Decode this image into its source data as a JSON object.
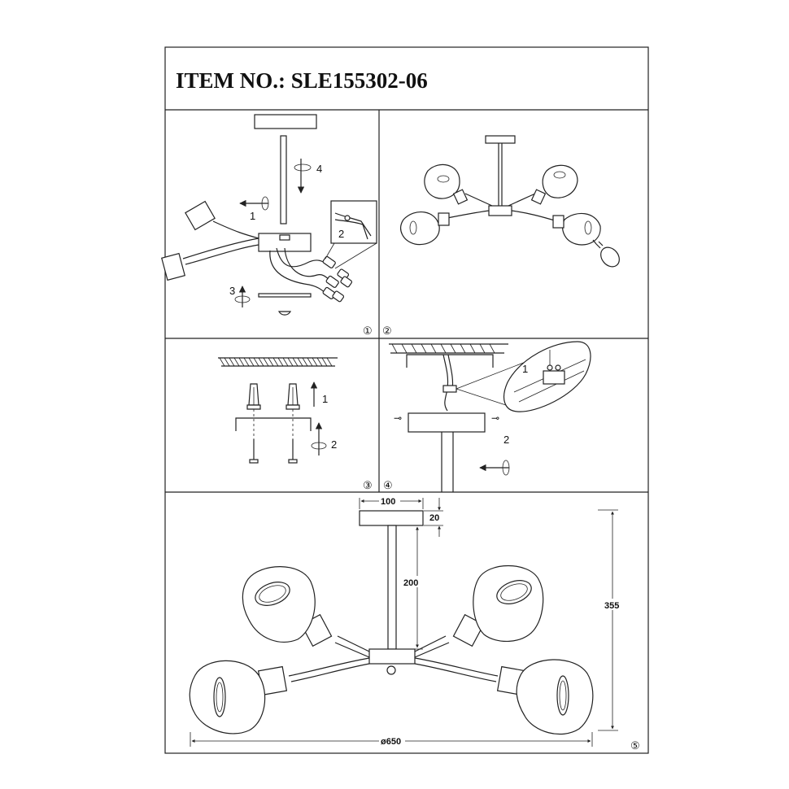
{
  "header": {
    "title": "ITEM NO.: SLE155302-06"
  },
  "panels": {
    "p1": {
      "step1": "1",
      "step2": "2",
      "step3": "3",
      "step4": "4"
    },
    "p12_marks": {
      "m1": "①",
      "m2": "②"
    },
    "p3": {
      "step1": "1",
      "step2": "2"
    },
    "p4": {
      "step1": "1",
      "step2": "2"
    },
    "p34_marks": {
      "m3": "③",
      "m4": "④"
    },
    "p5": {
      "dim_canopy_width": "100",
      "dim_canopy_height": "20",
      "dim_rod": "200",
      "dim_total_height": "355",
      "dim_diameter": "ø650",
      "mark": "⑤"
    }
  }
}
